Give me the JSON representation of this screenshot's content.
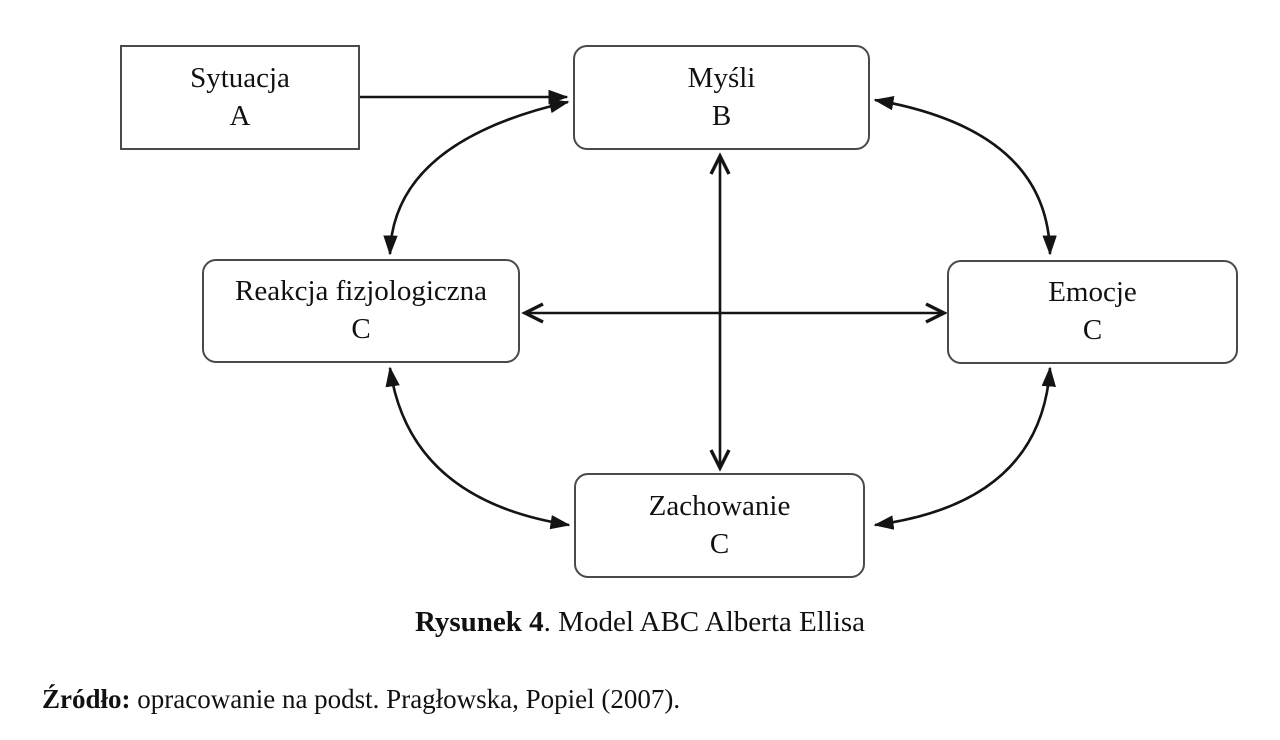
{
  "figure": {
    "caption": {
      "label": "Rysunek 4",
      "text": ". Model ABC Alberta Ellisa"
    },
    "source": {
      "label": "Źródło:",
      "text": " opracowanie na podst. Pragłowska, Popiel (2007)."
    }
  },
  "diagram": {
    "boxes": {
      "sytuacja": {
        "title": "Sytuacja",
        "letter": "A"
      },
      "mysli": {
        "title": "Myśli",
        "letter": "B"
      },
      "reakcja": {
        "title": "Reakcja fizjologiczna",
        "letter": "C"
      },
      "emocje": {
        "title": "Emocje",
        "letter": "C"
      },
      "zachowanie": {
        "title": "Zachowanie",
        "letter": "C"
      }
    },
    "arrows": [
      {
        "from": "sytuacja",
        "to": "mysli",
        "type": "one-way"
      },
      {
        "from": "mysli",
        "to": "reakcja",
        "type": "two-way"
      },
      {
        "from": "mysli",
        "to": "emocje",
        "type": "two-way"
      },
      {
        "from": "reakcja",
        "to": "emocje",
        "type": "two-way"
      },
      {
        "from": "mysli",
        "to": "zachowanie",
        "type": "two-way"
      },
      {
        "from": "reakcja",
        "to": "zachowanie",
        "type": "two-way"
      },
      {
        "from": "emocje",
        "to": "zachowanie",
        "type": "two-way"
      }
    ],
    "colors": {
      "line": "#141414",
      "box_border": "#4a4a4a",
      "text": "#111111",
      "background": "#ffffff"
    }
  }
}
